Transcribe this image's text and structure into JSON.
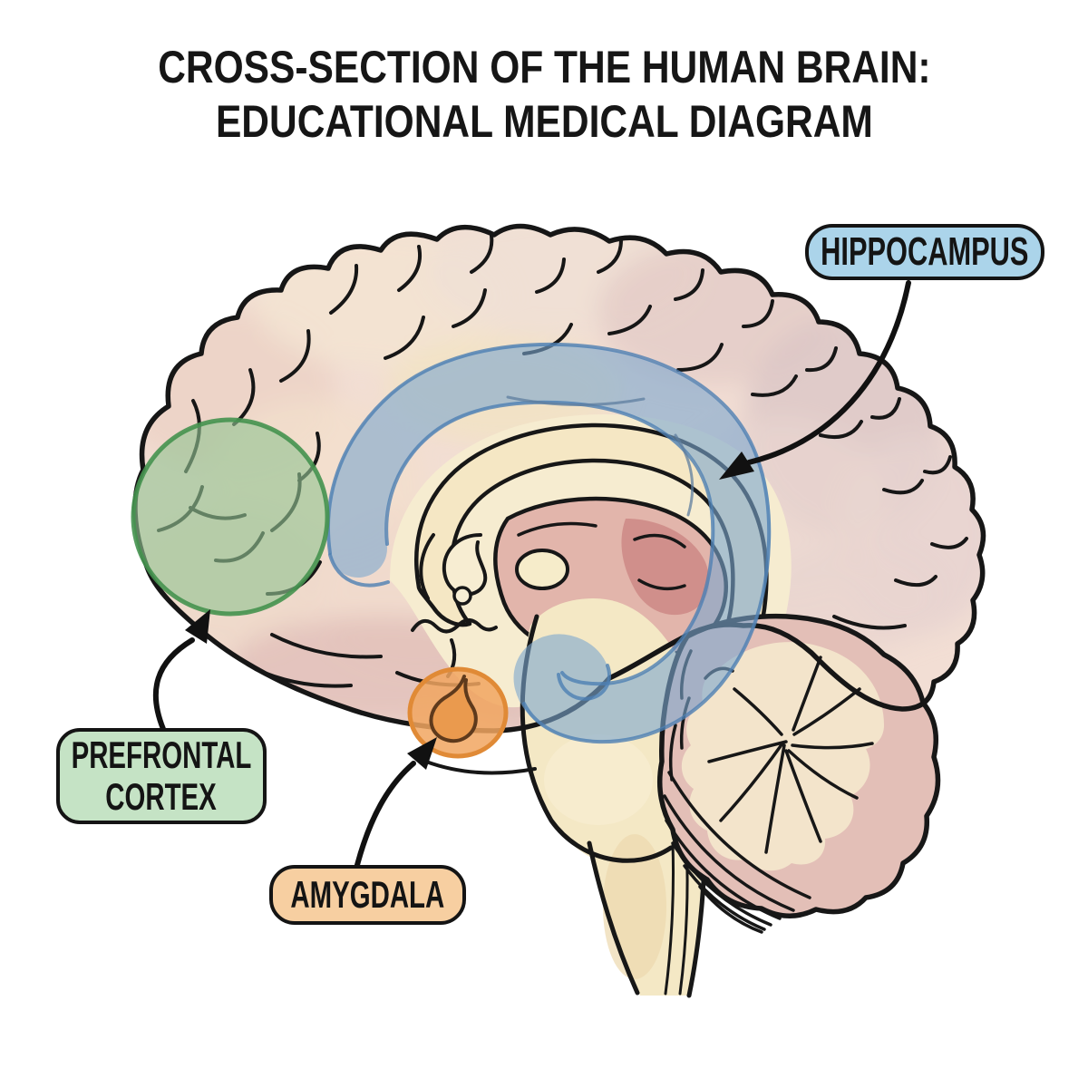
{
  "title": {
    "line1": "CROSS-SECTION OF THE HUMAN BRAIN:",
    "line2": "EDUCATIONAL MEDICAL DIAGRAM"
  },
  "diagram": {
    "type": "hand-drawn sagittal cross-section of the human brain, watercolor medical illustration",
    "background": "#ffffff",
    "labels": {
      "hippocampus": {
        "text": "HIPPOCAMPUS",
        "box_fill": "#abd4ea",
        "border": "#141414"
      },
      "prefrontal_cortex": {
        "line1": "PREFRONTAL",
        "line2": "CORTEX",
        "box_fill": "#c5e3c5",
        "border": "#141414"
      },
      "amygdala": {
        "text": "AMYGDALA",
        "box_fill": "#f7cfa1",
        "border": "#141414"
      }
    },
    "highlighted_regions": [
      {
        "name": "prefrontal cortex",
        "shape": "translucent circle over frontal lobe",
        "fill": "#93c493",
        "outline": "#45924f"
      },
      {
        "name": "hippocampus",
        "shape": "translucent C-shaped band curving through limbic region with lower hook",
        "fill": "#7ba6cf",
        "outline": "#4d7fb3"
      },
      {
        "name": "amygdala",
        "shape": "small orange oval above brainstem",
        "fill": "#f1a660",
        "outline": "#e08a36"
      }
    ],
    "brain_colors": {
      "cortex": "#f2ded4",
      "inner_white_matter": "#f6ecd0",
      "corpus_callosum": "#f5e7c4",
      "thalamus": "#e2b5ab",
      "thalamus_red_patch": "#ce8b87",
      "cerebellum": "#e3bfb7",
      "cerebellum_interior": "#f3e4cb",
      "brainstem": "#f4e8c5",
      "outline": "#161616"
    },
    "arrows": [
      {
        "from": "HIPPOCAMPUS label",
        "to": "blue band (hippocampus region)"
      },
      {
        "from": "PREFRONTAL CORTEX label",
        "to": "green circle (frontal lobe)"
      },
      {
        "from": "AMYGDALA label",
        "to": "orange oval (amygdala)"
      }
    ]
  }
}
